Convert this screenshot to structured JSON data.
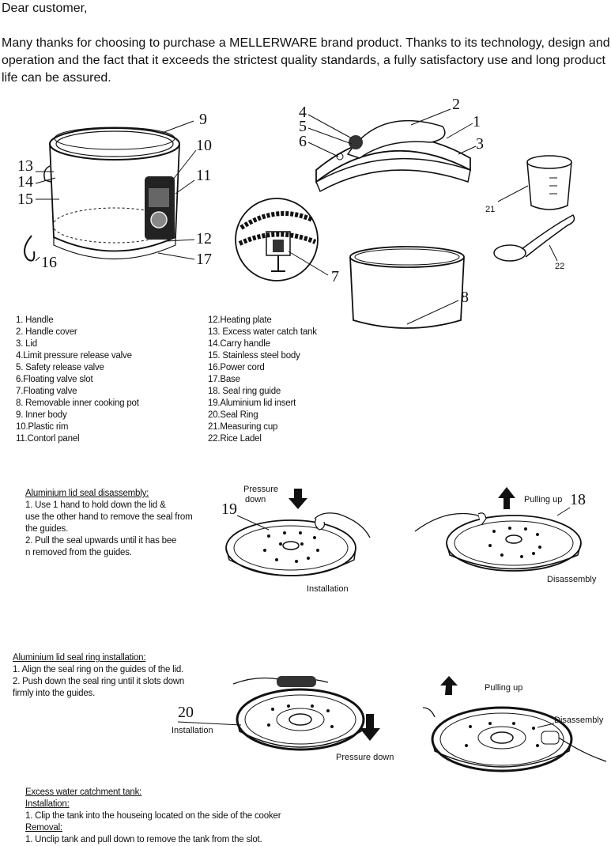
{
  "intro": {
    "greeting": "Dear customer,",
    "body": "Many thanks for choosing to purchase a MELLERWARE brand product. Thanks to its technology, design and operation and the fact that it exceeds the strictest quality standards, a fully satisfactory use and long product life can be assured."
  },
  "diagram_numbers": {
    "n1": "1",
    "n2": "2",
    "n3": "3",
    "n4": "4",
    "n5": "5",
    "n6": "6",
    "n7": "7",
    "n8": "8",
    "n9": "9",
    "n10": "10",
    "n11": "11",
    "n12": "12",
    "n13": "13",
    "n14": "14",
    "n15": "15",
    "n16": "16",
    "n17": "17",
    "n18": "18",
    "n19": "19",
    "n20": "20",
    "n21": "21",
    "n22": "22"
  },
  "parts_left": [
    "1. Handle",
    "2. Handle cover",
    "3. Lid",
    "4.Limit pressure release valve",
    "5. Safety release valve",
    "6.Floating valve slot",
    "7.Floating valve",
    "8. Removable inner cooking pot",
    "9. Inner body",
    "10.Plastic rim",
    "11.Contorl panel"
  ],
  "parts_right": [
    "12.Heating plate",
    "13. Excess water catch tank",
    "14.Carry handle",
    "15. Stainless steel body",
    "16.Power cord",
    "17.Base",
    "18. Seal ring guide",
    "19.Aluminium lid insert",
    "20.Seal Ring",
    "21.Measuring cup",
    "22.Rice Ladel"
  ],
  "seal_disassembly": {
    "title": "Aluminium lid seal disassembly:",
    "lines": [
      "1. Use 1 hand to hold down the lid &",
      "use the other hand to remove the seal from",
      "the guides.",
      "2. Pull the seal upwards until it has bee",
      "n removed from the guides."
    ],
    "pressure_down_1": "Pressure",
    "pressure_down_2": "down",
    "installation": "Installation",
    "pulling_up": "Pulling up",
    "disassembly": "Disassembly"
  },
  "seal_installation": {
    "title": "Aluminium lid seal ring installation:",
    "lines": [
      "1. Align the seal ring on the guides of the lid.",
      "2. Push down the seal ring until it slots down",
      " firmly into the guides."
    ],
    "installation": "Installation",
    "pressure_down": "Pressure down",
    "pulling_up": "Pulling up",
    "disassembly": "Disassembly"
  },
  "water_tank": {
    "title": "Excess water catchment tank:",
    "installation_label": "Installation:",
    "installation_text": "1. Clip the tank into the houseing located on the side of the cooker",
    "removal_label": "Removal:",
    "removal_text": "1. Unclip tank and pull down to remove the tank from the slot."
  }
}
